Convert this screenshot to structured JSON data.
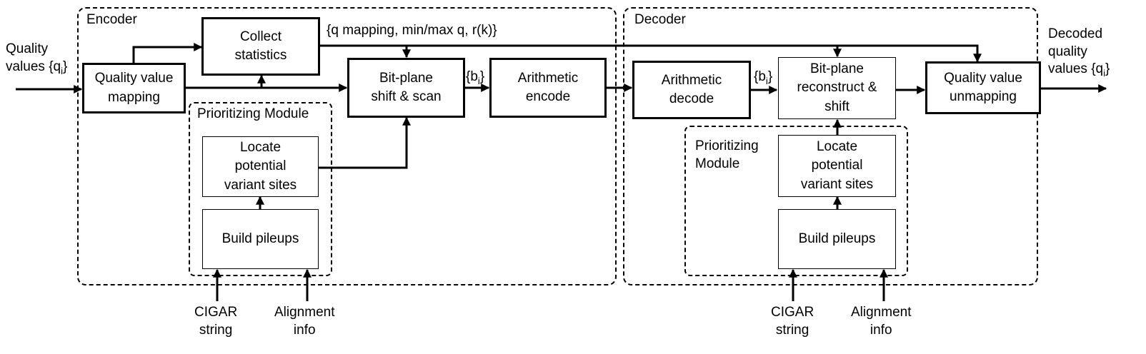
{
  "encoder": {
    "title": "Encoder",
    "blocks": {
      "quality_value_mapping": "Quality value\nmapping",
      "collect_statistics": "Collect\nstatistics",
      "bitplane_shift_scan": "Bit-plane\nshift & scan",
      "arithmetic_encode": "Arithmetic\nencode"
    },
    "prioritizing_module": {
      "title": "Prioritizing Module",
      "locate_sites": "Locate\npotential\nvariant sites",
      "build_pileups": "Build pileups"
    },
    "stats_label": "{q mapping, min/max q, r(k)}",
    "bitplane_label": "{b",
    "bitplane_sub": "i",
    "bitplane_close": "}",
    "inputs": {
      "cigar": "CIGAR\nstring",
      "alignment": "Alignment\ninfo"
    }
  },
  "decoder": {
    "title": "Decoder",
    "blocks": {
      "arithmetic_decode": "Arithmetic\ndecode",
      "bitplane_reconstruct": "Bit-plane\nreconstruct &\nshift",
      "quality_value_unmapping": "Quality value\nunmapping"
    },
    "prioritizing_module": {
      "title": "Prioritizing\nModule",
      "locate_sites": "Locate\npotential\nvariant sites",
      "build_pileups": "Build pileups"
    },
    "bitplane_label": "{b",
    "bitplane_sub": "i",
    "bitplane_close": "}",
    "inputs": {
      "cigar": "CIGAR\nstring",
      "alignment": "Alignment\ninfo"
    }
  },
  "input_label": {
    "line1": "Quality",
    "line2": "values {q",
    "sub": "i",
    "close": "}"
  },
  "output_label": {
    "line1": "Decoded",
    "line2": "quality",
    "line3": "values {q",
    "sub": "i",
    "close": "}"
  }
}
